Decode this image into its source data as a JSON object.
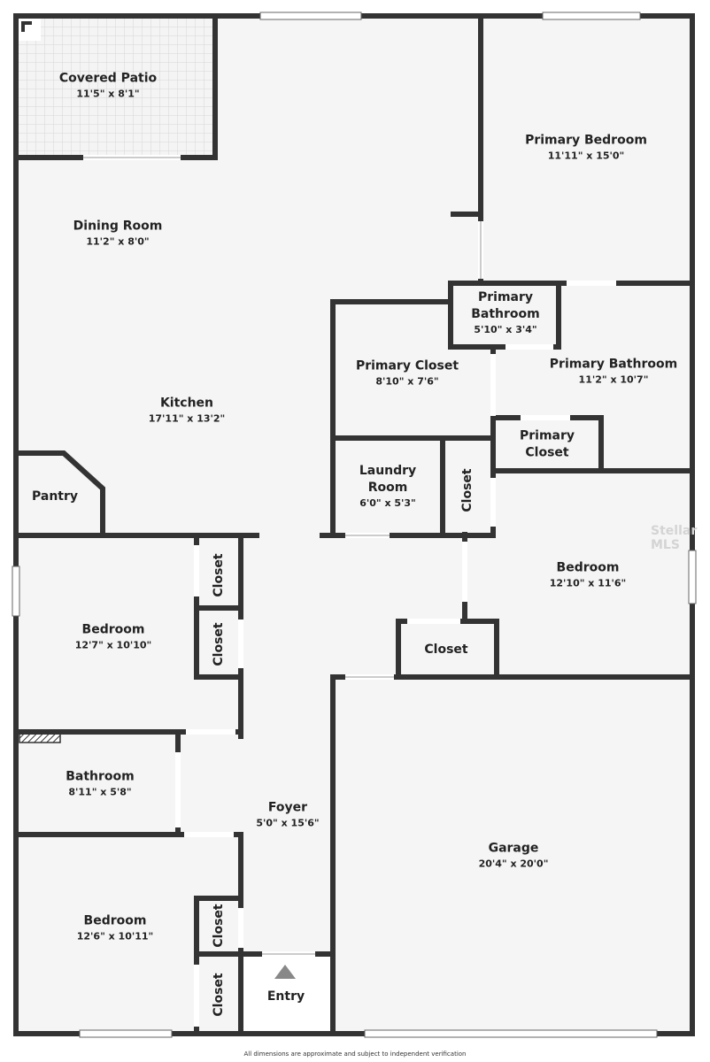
{
  "rooms": {
    "covered_patio": {
      "name": "Covered Patio",
      "dims": "11'5\" x 8'1\""
    },
    "dining_room": {
      "name": "Dining Room",
      "dims": "11'2\" x 8'0\""
    },
    "kitchen": {
      "name": "Kitchen",
      "dims": "17'11\" x 13'2\""
    },
    "pantry": {
      "name": "Pantry"
    },
    "primary_bedroom": {
      "name": "Primary Bedroom",
      "dims": "11'11\" x 15'0\""
    },
    "primary_bathroom_small": {
      "name_line1": "Primary",
      "name_line2": "Bathroom",
      "dims": "5'10\" x 3'4\""
    },
    "primary_closet": {
      "name": "Primary Closet",
      "dims": "8'10\" x 7'6\""
    },
    "primary_bathroom": {
      "name": "Primary Bathroom",
      "dims": "11'2\" x 10'7\""
    },
    "primary_closet_small": {
      "name_line1": "Primary",
      "name_line2": "Closet"
    },
    "laundry_room": {
      "name_line1": "Laundry",
      "name_line2": "Room",
      "dims": "6'0\" x 5'3\""
    },
    "bedroom_right": {
      "name": "Bedroom",
      "dims": "12'10\" x 11'6\""
    },
    "bedroom_left_upper": {
      "name": "Bedroom",
      "dims": "12'7\" x 10'10\""
    },
    "bathroom": {
      "name": "Bathroom",
      "dims": "8'11\" x 5'8\""
    },
    "foyer": {
      "name": "Foyer",
      "dims": "5'0\" x 15'6\""
    },
    "garage": {
      "name": "Garage",
      "dims": "20'4\" x 20'0\""
    },
    "bedroom_left_lower": {
      "name": "Bedroom",
      "dims": "12'6\" x 10'11\""
    },
    "entry": {
      "name": "Entry"
    }
  },
  "closets": {
    "label": "Closet"
  },
  "watermark": "Stellar MLS",
  "disclaimer": "All dimensions are approximate and subject to independent verification",
  "colors": {
    "wall": "#333333",
    "floor": "#f5f5f5",
    "window": "#ffffff"
  }
}
